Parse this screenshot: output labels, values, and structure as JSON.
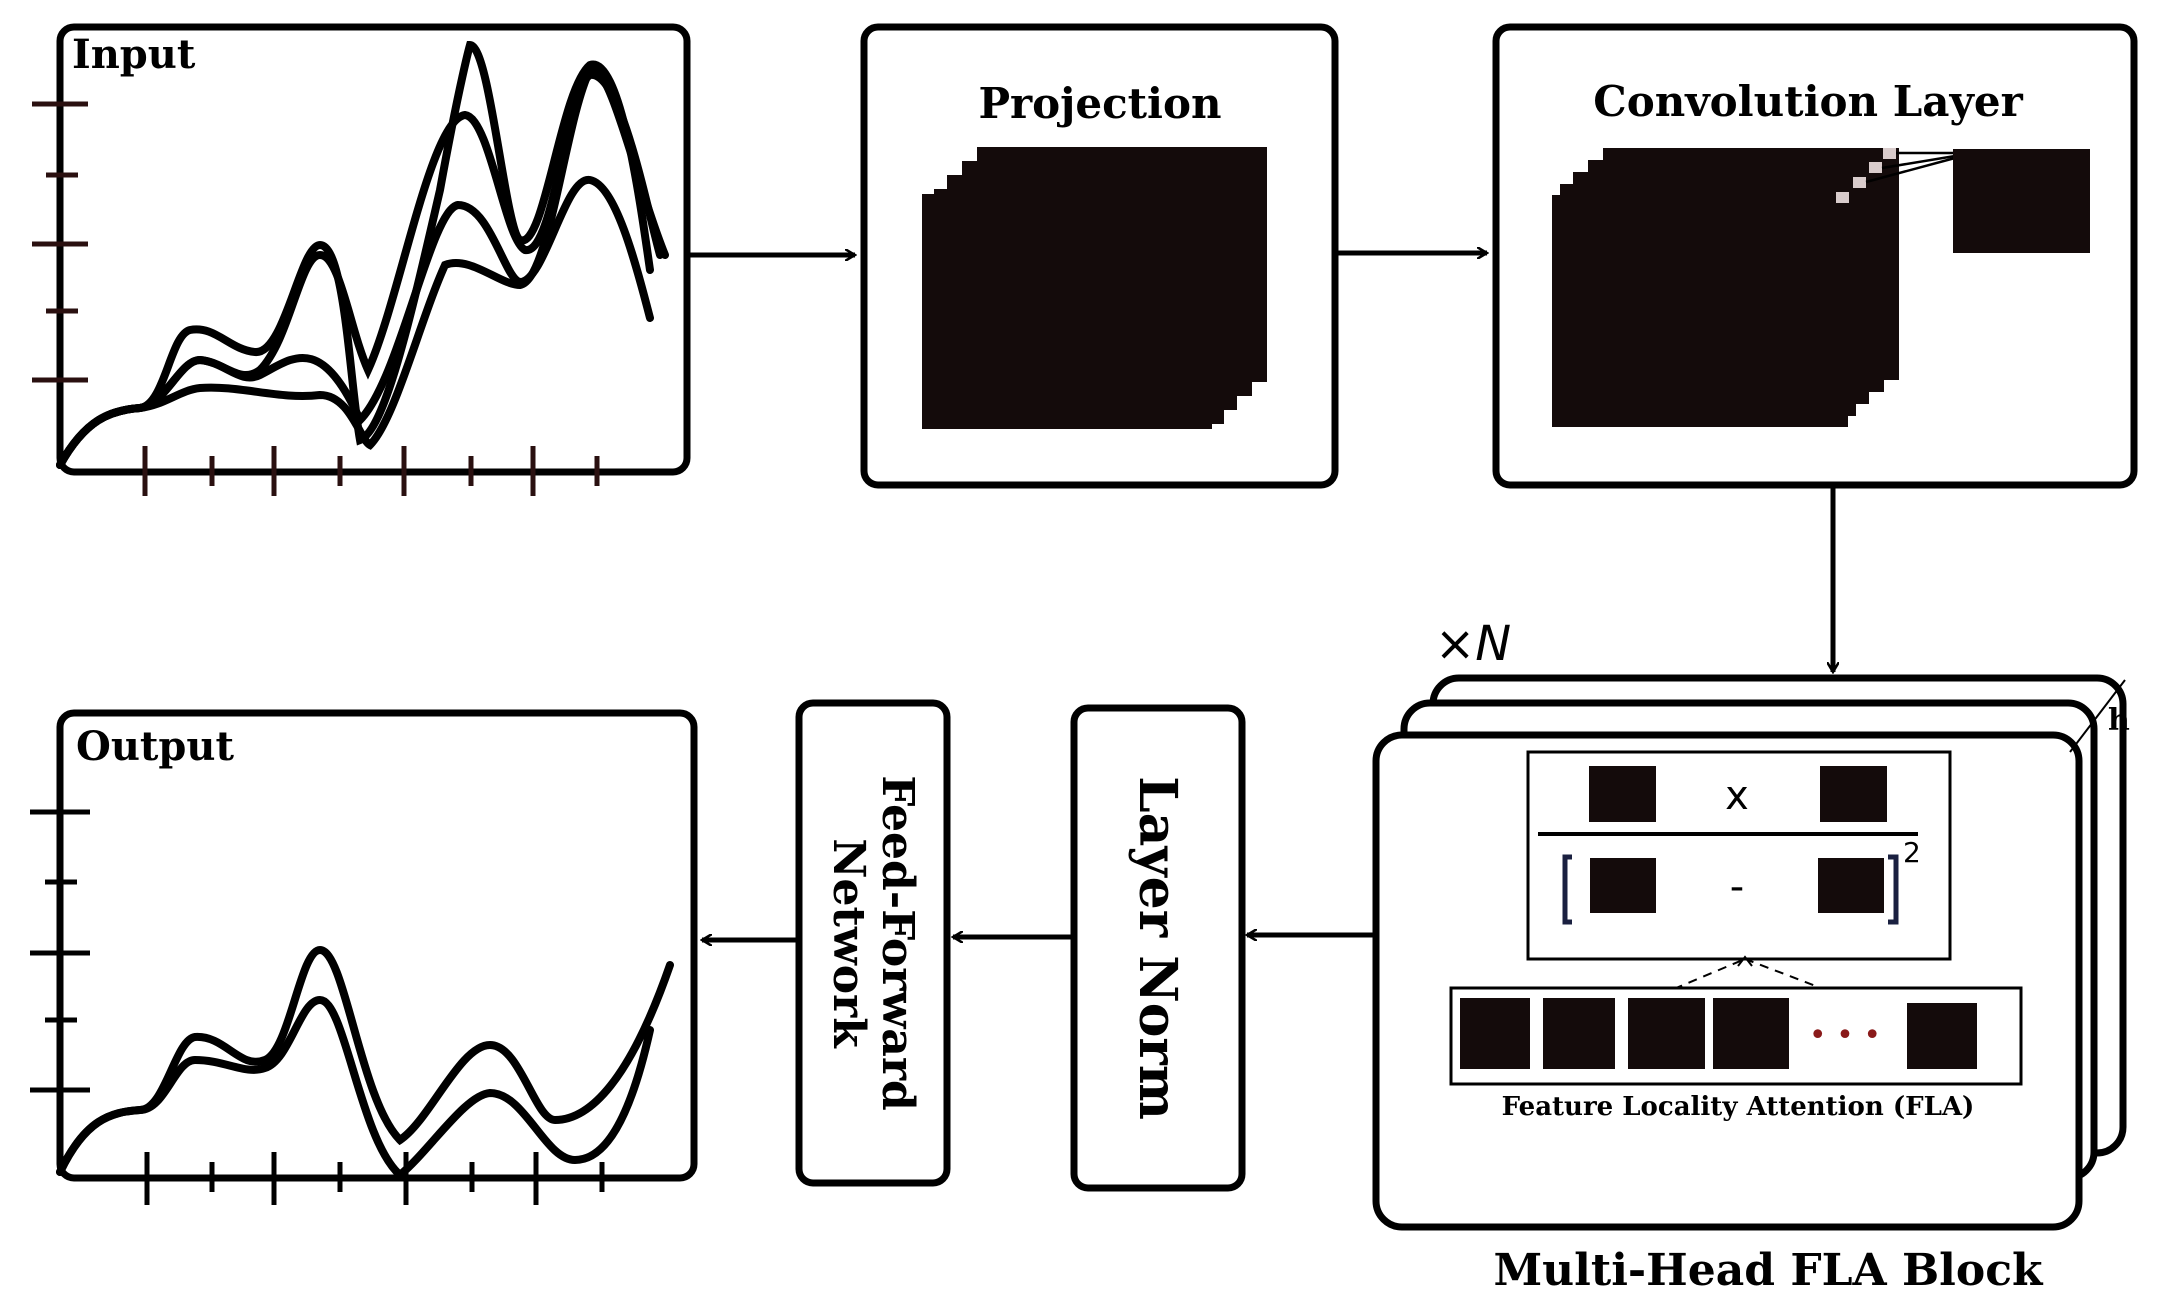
{
  "input_panel": {
    "title": "Input"
  },
  "projection": {
    "title": "Projection"
  },
  "convolution": {
    "title": "Convolution Layer"
  },
  "block": {
    "repeat": "×N",
    "head_label": "h",
    "fla_caption": "Feature Locality Attention (FLA)",
    "caption": "Multi-Head FLA Block",
    "formula": {
      "times": "x",
      "minus": "-",
      "exponent": "2",
      "ellipsis": "• • •"
    }
  },
  "layer_norm": {
    "label": "Layer Norm"
  },
  "ffn": {
    "line1": "Feed-Forward",
    "line2": "Network"
  },
  "output_panel": {
    "title": "Output"
  },
  "colors": {
    "stroke": "#000000",
    "fill": "#140b0b",
    "tick": "#2a1010"
  }
}
